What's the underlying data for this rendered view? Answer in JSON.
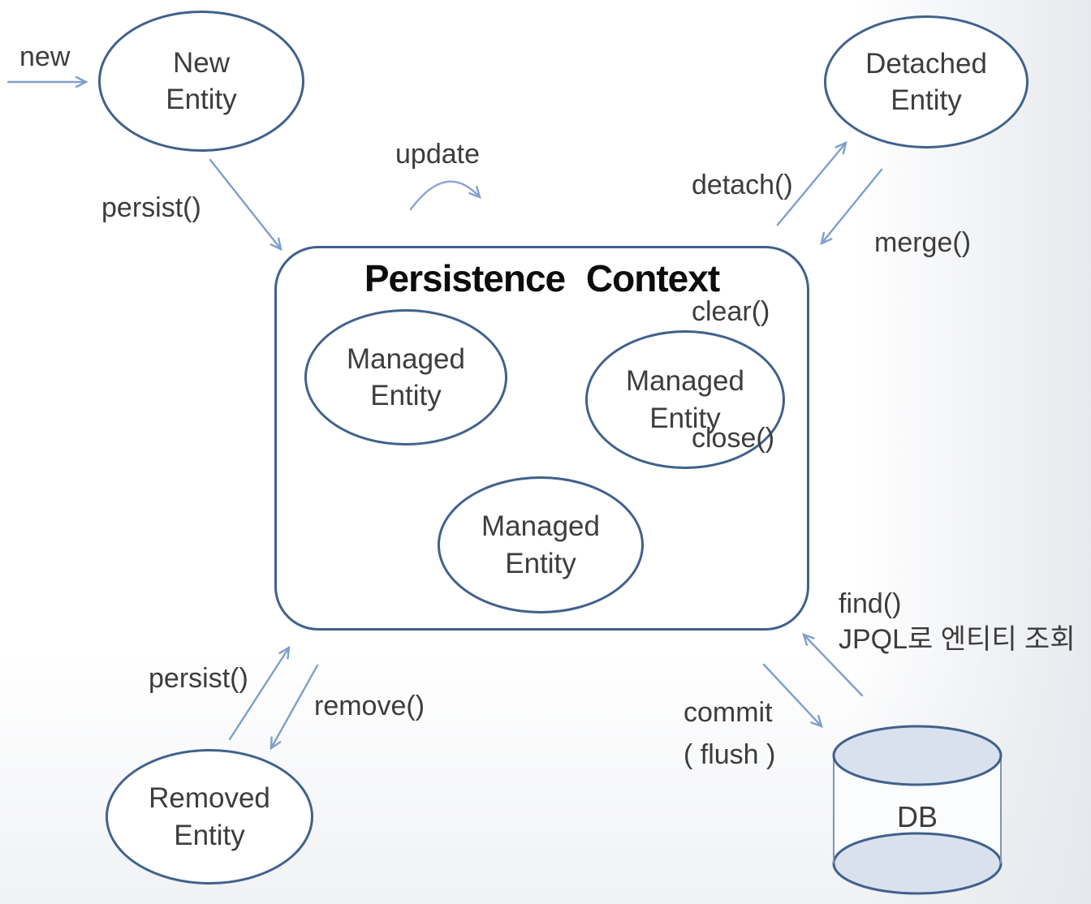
{
  "diagram": {
    "title": "Persistence Context",
    "nodes": {
      "new_entity": "New\nEntity",
      "detached_entity": "Detached\nEntity",
      "removed_entity": "Removed\nEntity",
      "managed_entity_1": "Managed\nEntity",
      "managed_entity_2": "Managed\nEntity",
      "managed_entity_3": "Managed\nEntity",
      "db": "DB"
    },
    "labels": {
      "new": "new",
      "persist_top": "persist()",
      "update": "update",
      "detach": "detach()",
      "clear": "clear()",
      "close": "close()",
      "merge": "merge()",
      "persist_bottom": "persist()",
      "remove": "remove()",
      "find": "find()",
      "jpql": "JPQL로 엔티티 조회",
      "commit": "commit",
      "flush": "( flush )"
    },
    "colors": {
      "shape_stroke": "#40618c",
      "arrow": "#7f9fcc",
      "update_arrow": "#8f9fd6",
      "cylinder_fill": "#d9e1ee",
      "title_text": "#0c0c0c",
      "label_text": "#3c3c3c"
    }
  }
}
